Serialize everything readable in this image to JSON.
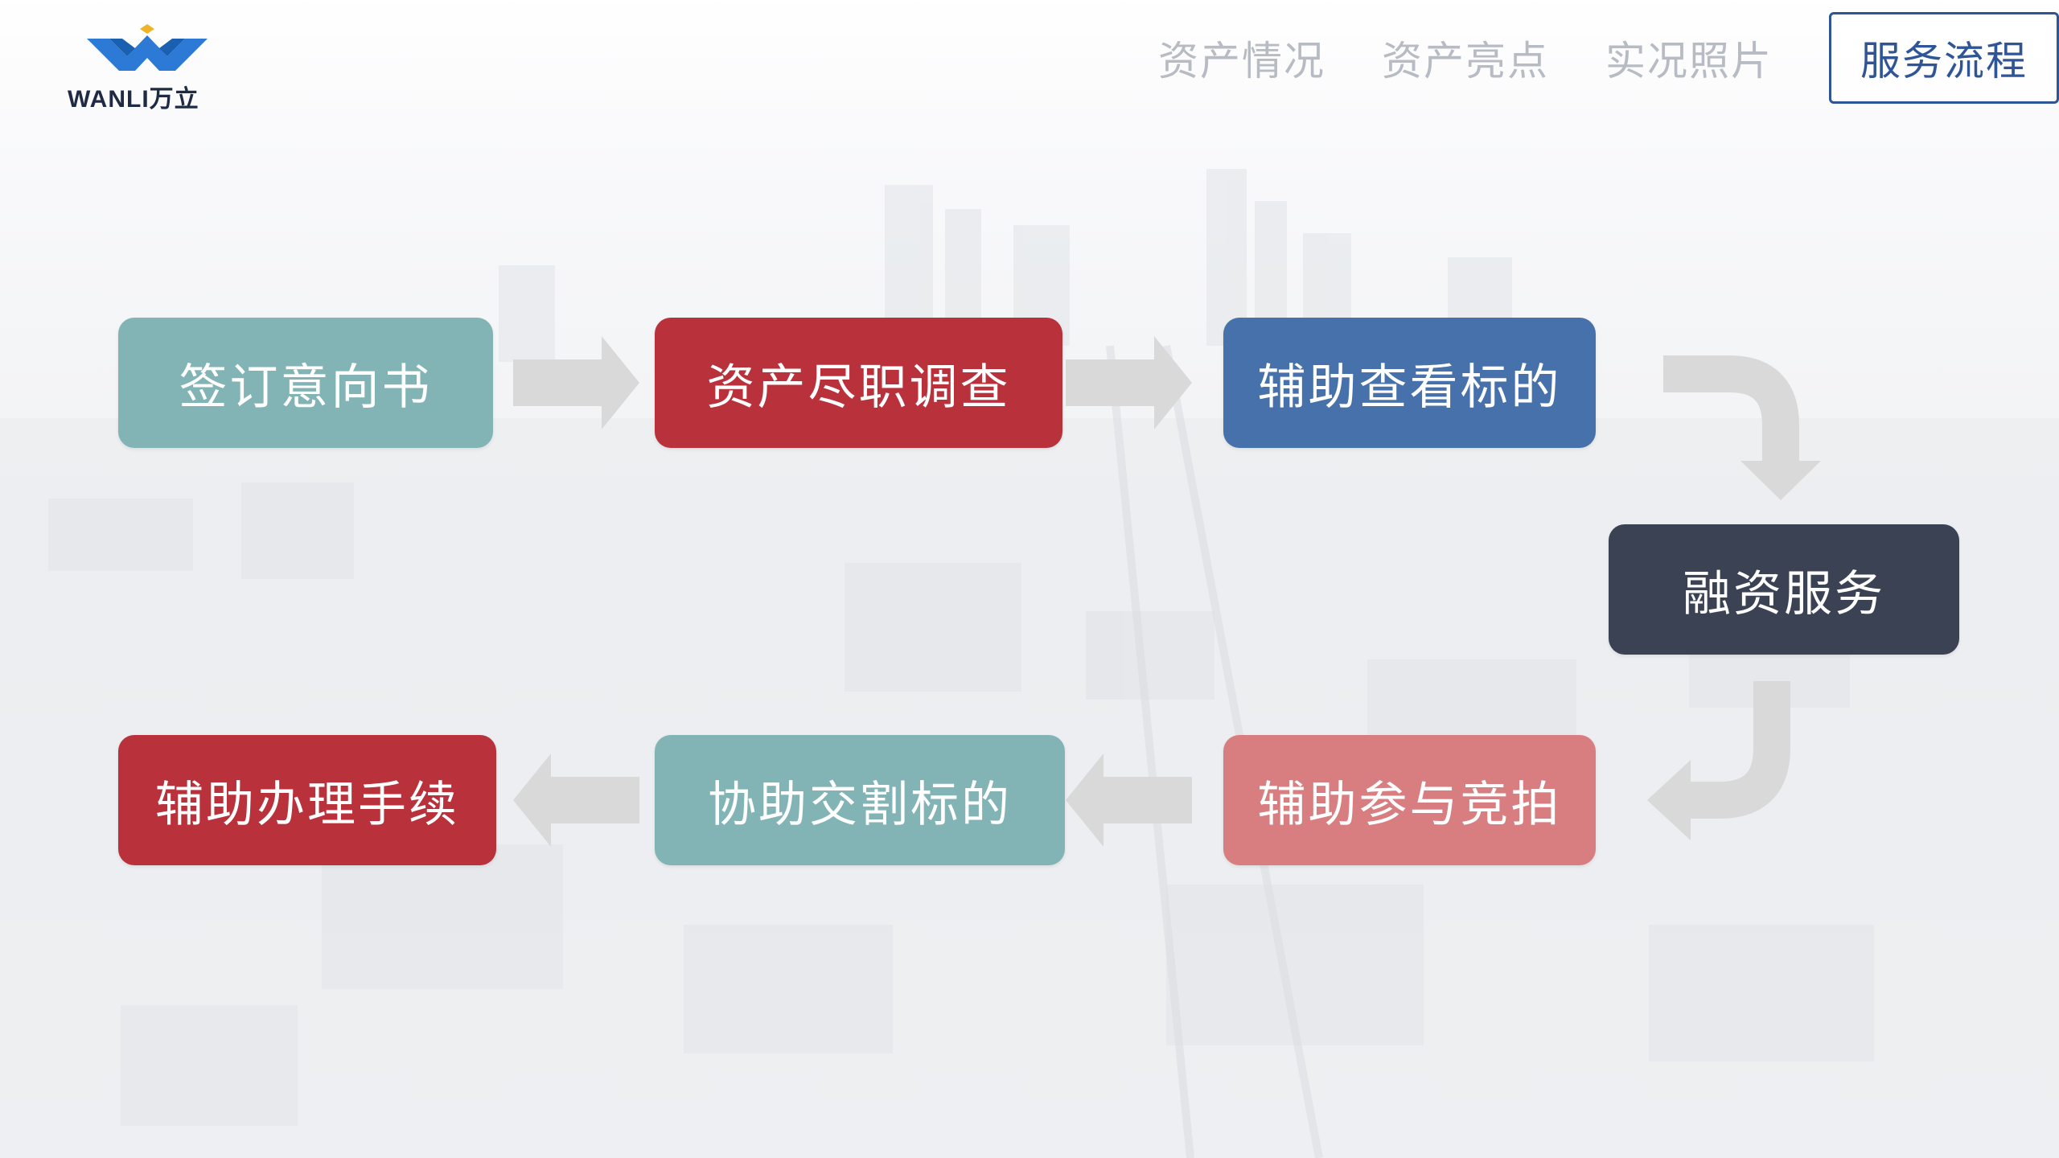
{
  "header": {
    "logo_text": "WANLI万立",
    "nav": [
      {
        "label": "资产情况",
        "active": false
      },
      {
        "label": "资产亮点",
        "active": false
      },
      {
        "label": "实况照片",
        "active": false
      },
      {
        "label": "服务流程",
        "active": true
      }
    ]
  },
  "flow": {
    "steps": [
      {
        "label": "签订意向书",
        "color": "#82b4b6"
      },
      {
        "label": "资产尽职调查",
        "color": "#b9313b"
      },
      {
        "label": "辅助查看标的",
        "color": "#4771aa"
      },
      {
        "label": "融资服务",
        "color": "#3b4254"
      },
      {
        "label": "辅助参与竞拍",
        "color": "#d87e80"
      },
      {
        "label": "协助交割标的",
        "color": "#82b4b6"
      },
      {
        "label": "辅助办理手续",
        "color": "#b9313b"
      }
    ]
  },
  "colors": {
    "arrow": "#d9d9d9",
    "logo_blue": "#2d7ad6",
    "logo_gold": "#f0b429"
  }
}
